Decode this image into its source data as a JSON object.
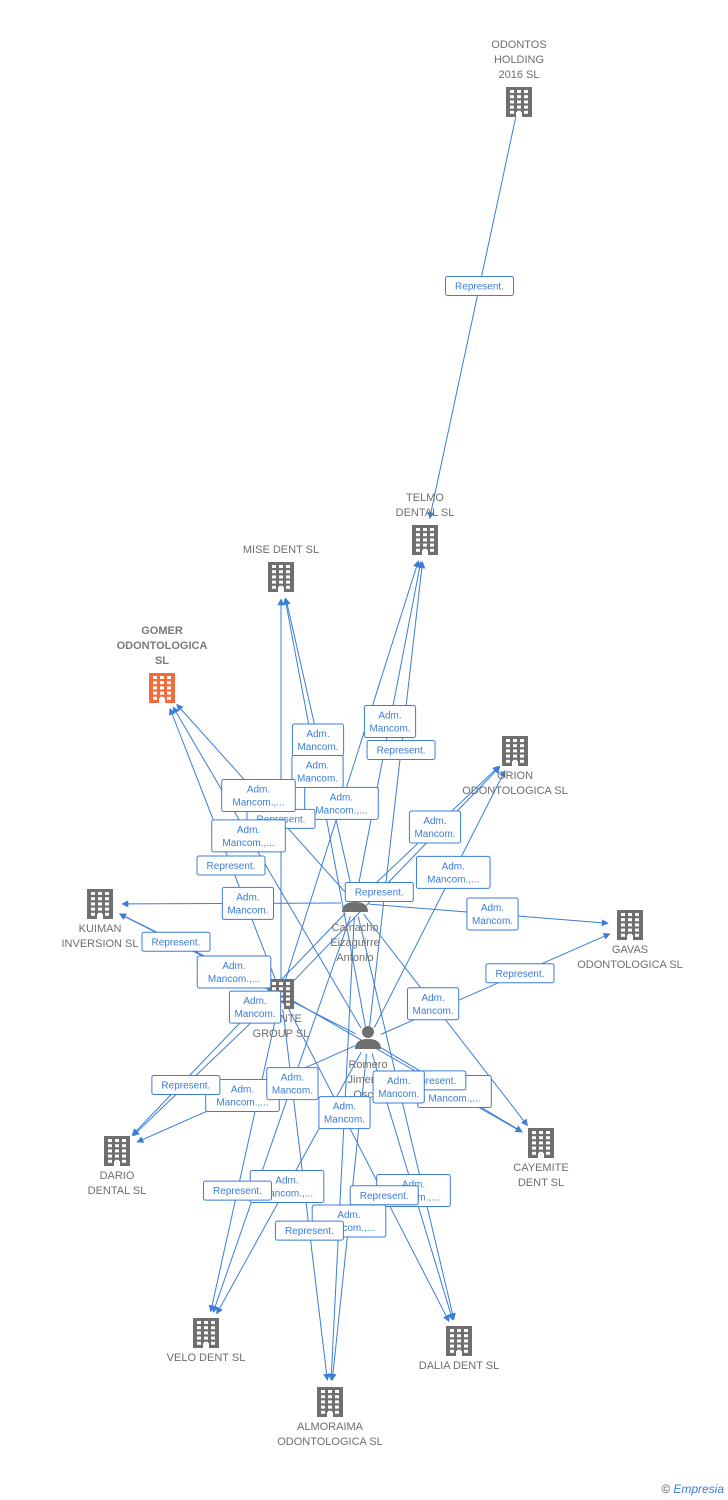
{
  "nodes": [
    {
      "id": "odontos",
      "type": "company",
      "lines": [
        "ODONTOS",
        "HOLDING",
        "2016  SL"
      ]
    },
    {
      "id": "telmo",
      "type": "company",
      "lines": [
        "TELMO",
        "DENTAL SL"
      ]
    },
    {
      "id": "mise",
      "type": "company",
      "lines": [
        "MISE DENT SL"
      ]
    },
    {
      "id": "gomer",
      "type": "company",
      "focus": true,
      "lines": [
        "GOMER",
        "ODONTOLOGICA",
        "SL"
      ]
    },
    {
      "id": "orion",
      "type": "company",
      "lines": [
        "ORION",
        "ODONTOLOGICA SL"
      ]
    },
    {
      "id": "gavas",
      "type": "company",
      "lines": [
        "GAVAS",
        "ODONTOLOGICA SL"
      ]
    },
    {
      "id": "kuiman",
      "type": "company",
      "lines": [
        "KUIMAN",
        "INVERSION SL"
      ]
    },
    {
      "id": "camacho",
      "type": "person",
      "lines": [
        "Camacho",
        "Eizaguirre",
        "Antonio"
      ]
    },
    {
      "id": "idonte",
      "type": "company",
      "lines": [
        "IDONTE",
        "GROUP  SL"
      ]
    },
    {
      "id": "romero",
      "type": "person",
      "lines": [
        "Romero",
        "Jimenez",
        "Oscar"
      ]
    },
    {
      "id": "dario",
      "type": "company",
      "lines": [
        "DARIO",
        "DENTAL SL"
      ]
    },
    {
      "id": "cayemite",
      "type": "company",
      "lines": [
        "CAYEMITE",
        "DENT SL"
      ]
    },
    {
      "id": "velo",
      "type": "company",
      "lines": [
        "VELO DENT SL"
      ]
    },
    {
      "id": "dalia",
      "type": "company",
      "lines": [
        "DALIA DENT SL"
      ]
    },
    {
      "id": "almoraima",
      "type": "company",
      "lines": [
        "ALMORAIMA",
        "ODONTOLOGICA SL"
      ]
    }
  ],
  "edges": [
    {
      "from": "odontos",
      "to": "telmo",
      "label": [
        "Represent."
      ]
    },
    {
      "from": "camacho",
      "to": "telmo",
      "label": [
        "Adm.",
        "Mancom."
      ]
    },
    {
      "from": "romero",
      "to": "telmo",
      "label": [
        "Represent."
      ]
    },
    {
      "from": "idonte",
      "to": "telmo",
      "label": [
        "Adm.",
        "Mancom.,..."
      ]
    },
    {
      "from": "camacho",
      "to": "mise",
      "label": [
        "Adm.",
        "Mancom."
      ]
    },
    {
      "from": "romero",
      "to": "mise",
      "label": [
        "Adm.",
        "Mancom."
      ]
    },
    {
      "from": "idonte",
      "to": "mise",
      "label": [
        "Represent."
      ]
    },
    {
      "from": "camacho",
      "to": "gomer",
      "label": [
        "Adm.",
        "Mancom.,..."
      ]
    },
    {
      "from": "romero",
      "to": "gomer",
      "label": [
        "Adm.",
        "Mancom.,..."
      ]
    },
    {
      "from": "idonte",
      "to": "gomer",
      "label": [
        "Represent."
      ]
    },
    {
      "from": "camacho",
      "to": "orion",
      "label": [
        "Adm.",
        "Mancom."
      ]
    },
    {
      "from": "romero",
      "to": "orion",
      "label": [
        "Adm.",
        "Mancom.,..."
      ]
    },
    {
      "from": "idonte",
      "to": "orion",
      "label": [
        "Represent."
      ]
    },
    {
      "from": "camacho",
      "to": "gavas",
      "label": [
        "Adm.",
        "Mancom."
      ]
    },
    {
      "from": "romero",
      "to": "gavas",
      "label": [
        "Represent."
      ]
    },
    {
      "from": "camacho",
      "to": "kuiman",
      "label": [
        "Adm.",
        "Mancom."
      ]
    },
    {
      "from": "romero",
      "to": "kuiman",
      "label": [
        "Adm.",
        "Mancom.,..."
      ]
    },
    {
      "from": "idonte",
      "to": "kuiman",
      "label": [
        "Represent."
      ]
    },
    {
      "from": "camacho",
      "to": "dario",
      "label": [
        "Adm.",
        "Mancom."
      ]
    },
    {
      "from": "romero",
      "to": "dario",
      "label": [
        "Adm.",
        "Mancom.,..."
      ]
    },
    {
      "from": "idonte",
      "to": "dario",
      "label": [
        "Represent."
      ]
    },
    {
      "from": "camacho",
      "to": "cayemite",
      "label": [
        "Adm.",
        "Mancom."
      ]
    },
    {
      "from": "romero",
      "to": "cayemite",
      "label": [
        "Adm.",
        "Mancom.,..."
      ]
    },
    {
      "from": "idonte",
      "to": "cayemite",
      "label": [
        "Represent."
      ]
    },
    {
      "from": "camacho",
      "to": "velo",
      "label": [
        "Adm.",
        "Mancom."
      ]
    },
    {
      "from": "romero",
      "to": "velo",
      "label": [
        "Adm.",
        "Mancom.,..."
      ]
    },
    {
      "from": "idonte",
      "to": "velo",
      "label": [
        "Represent."
      ]
    },
    {
      "from": "camacho",
      "to": "dalia",
      "label": [
        "Adm.",
        "Mancom."
      ]
    },
    {
      "from": "romero",
      "to": "dalia",
      "label": [
        "Adm.",
        "Mancom.,..."
      ]
    },
    {
      "from": "idonte",
      "to": "dalia",
      "label": [
        "Represent."
      ]
    },
    {
      "from": "camacho",
      "to": "almoraima",
      "label": [
        "Adm.",
        "Mancom."
      ]
    },
    {
      "from": "romero",
      "to": "almoraima",
      "label": [
        "Adm.",
        "Mancom.,..."
      ]
    },
    {
      "from": "idonte",
      "to": "almoraima",
      "label": [
        "Represent."
      ]
    }
  ],
  "colors": {
    "edge": "#3b7dd8",
    "company_icon": "#6f6f6f",
    "focus_icon": "#f26b3a",
    "label_text": "#6e6e6e"
  },
  "footer": {
    "copyright": "©",
    "brand": "Empresia"
  }
}
